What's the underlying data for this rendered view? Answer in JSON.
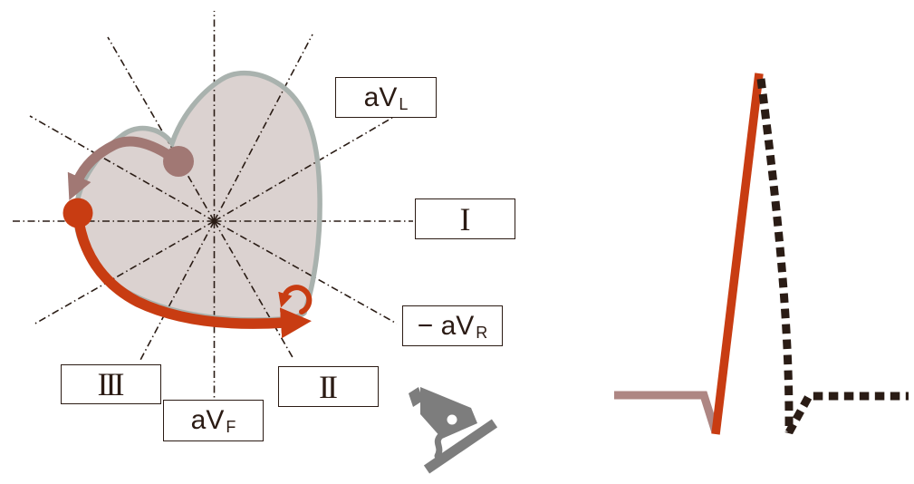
{
  "diagram": {
    "lead_labels": {
      "avl": {
        "main": "aV",
        "sub": "L"
      },
      "lead1": {
        "label": "I"
      },
      "neg_avr": {
        "main": "− aV",
        "sub": "R"
      },
      "lead2": {
        "label": "II"
      },
      "avf": {
        "main": "aV",
        "sub": "F"
      },
      "lead3": {
        "label": "III"
      }
    },
    "icons": {
      "camera": "security-camera-icon"
    },
    "colors": {
      "red": "#c83c12",
      "mauve_arrow": "#a17874",
      "mauve_baseline": "#ae8683",
      "heart_fill": "#dbd2d0",
      "heart_outline": "#a9b2ae",
      "dark_line": "#2a1c15",
      "icon_gray": "#7d7d7d",
      "box_border": "#2b1b14"
    },
    "ecg": {
      "segments": [
        {
          "name": "baseline",
          "style": "solid",
          "color": "#ae8683"
        },
        {
          "name": "upstroke",
          "style": "solid",
          "color": "#c83c12"
        },
        {
          "name": "downstroke",
          "style": "dotted",
          "color": "#2a1c15"
        }
      ]
    }
  }
}
